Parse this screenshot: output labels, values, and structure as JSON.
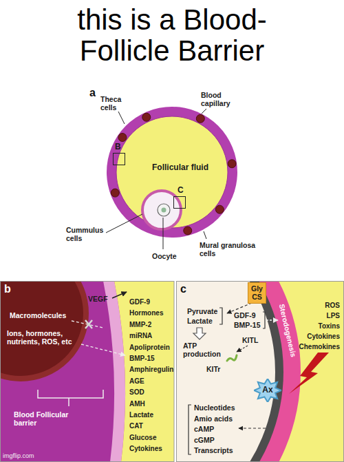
{
  "diagram": {
    "title": "this is a Blood-Follicle Barrier",
    "nodes": [
      {
        "text": [
          "B"
        ]
      },
      {
        "text": [
          "C"
        ]
      },
      {
        "text": [
          "Gly CS"
        ]
      },
      {
        "text": [
          "Ax"
        ]
      }
    ],
    "labels": [
      "a",
      "Theca cells",
      "Blood capillary",
      "Follicular fluid",
      "Cummulus cells",
      "Oocyte",
      "Mural granulosa cells",
      "b",
      "VEGF",
      "Macromolecules",
      "Ions, hormones, nutrients, ROS, etc",
      "GDF-9",
      "Hormones",
      "MMP-2",
      "miRNA",
      "Apoliprotein",
      "BMP-15",
      "Amphiregulin",
      "AGE",
      "SOD",
      "AMH",
      "Lactate",
      "CAT",
      "Glucose",
      "Cytokines",
      "Blood Follicular barrier",
      "c",
      "Pyruvate",
      "Lactate",
      "ATP production",
      "GDF-9",
      "BMP-15",
      "KITL",
      "KITr",
      "ROS",
      "LPS",
      "Toxins",
      "Cytokines",
      "Chemokines",
      "Sterodogenesis",
      "Nucleotides",
      "Amio acids",
      "cAMP",
      "cGMP",
      "Transcripts",
      "imgflip.com"
    ]
  }
}
